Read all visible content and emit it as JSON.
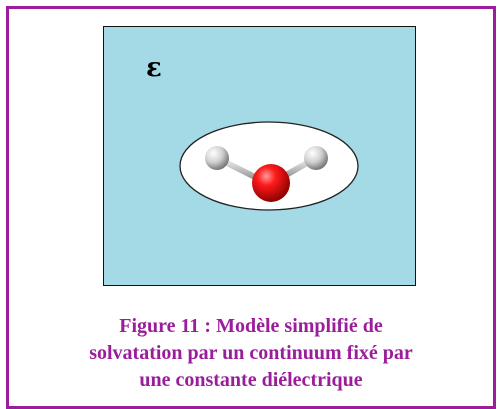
{
  "diagram": {
    "symbol": "ε",
    "colors": {
      "frame_border": "#9b1d9b",
      "continuum": "#a4d9e6",
      "cavity": "#ffffff",
      "oxygen": "#e0000e",
      "hydrogen": "#d8d8d8"
    },
    "molecule": {
      "cavity": "solvent-cavity",
      "atoms": [
        "H",
        "O",
        "H"
      ]
    }
  },
  "caption": {
    "line1": "Figure 11 : Modèle simplifié de",
    "line2": "solvatation par un continuum fixé par",
    "line3": "une constante diélectrique"
  }
}
